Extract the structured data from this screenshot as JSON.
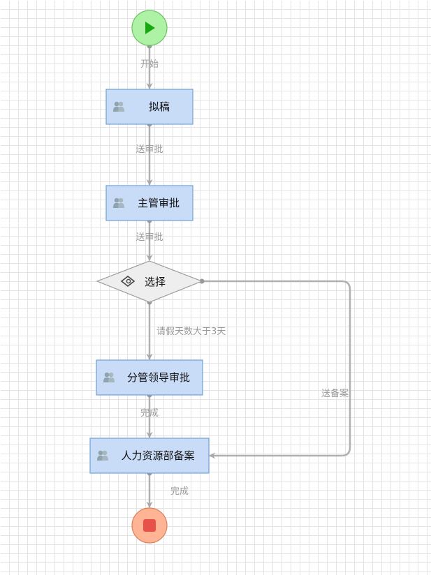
{
  "diagram": {
    "type": "workflow",
    "nodes": [
      {
        "id": "start",
        "kind": "start-event",
        "icon": "play-icon",
        "label": ""
      },
      {
        "id": "draft",
        "kind": "user-task",
        "icon": "users-icon",
        "label": "拟稿"
      },
      {
        "id": "supervisor",
        "kind": "user-task",
        "icon": "users-icon",
        "label": "主管审批"
      },
      {
        "id": "choice",
        "kind": "exclusive-gateway",
        "icon": "gateway-icon",
        "label": "选择"
      },
      {
        "id": "leader",
        "kind": "user-task",
        "icon": "users-icon",
        "label": "分管领导审批"
      },
      {
        "id": "hr",
        "kind": "user-task",
        "icon": "users-icon",
        "label": "人力资源部备案"
      },
      {
        "id": "end",
        "kind": "end-event",
        "icon": "stop-icon",
        "label": ""
      }
    ],
    "edges": [
      {
        "from": "start",
        "to": "draft",
        "label": "开始"
      },
      {
        "from": "draft",
        "to": "supervisor",
        "label": "送审批"
      },
      {
        "from": "supervisor",
        "to": "choice",
        "label": "送审批"
      },
      {
        "from": "choice",
        "to": "leader",
        "label": "请假天数大于3天"
      },
      {
        "from": "choice",
        "to": "hr",
        "label": "送备案"
      },
      {
        "from": "leader",
        "to": "hr",
        "label": "完成"
      },
      {
        "from": "hr",
        "to": "end",
        "label": "完成"
      }
    ],
    "colors": {
      "task_fill": "#c9dcf7",
      "task_stroke": "#6fa1d8",
      "start_fill": "#a9f0a1",
      "start_stroke": "#67c25f",
      "start_icon": "#1aa812",
      "end_fill": "#ffb496",
      "end_stroke": "#d9805c",
      "end_icon": "#e8504a",
      "gateway_fill": "#eeeeee",
      "gateway_stroke": "#9a9a9a",
      "edge": "#aaaaaa",
      "edge_label": "#999999"
    }
  }
}
